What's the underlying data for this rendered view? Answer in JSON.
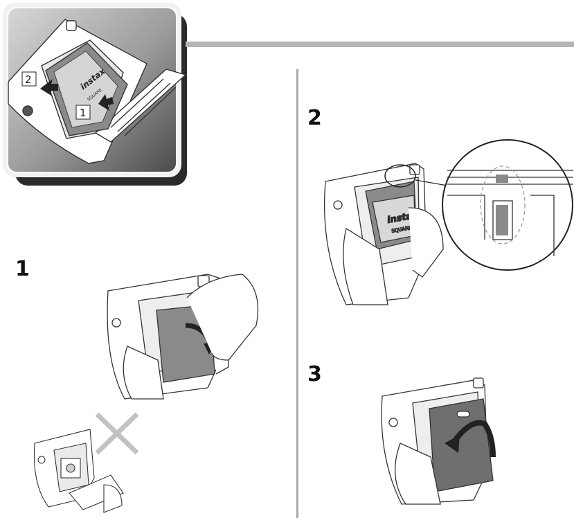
{
  "overview": {
    "label_a": "2",
    "label_b": "1",
    "pack_brand": "instax",
    "pack_sub": "SQUARE"
  },
  "steps": [
    {
      "number": "1"
    },
    {
      "number": "2",
      "pack_brand": "instax",
      "pack_sub": "SQUARE"
    },
    {
      "number": "3"
    }
  ],
  "colors": {
    "band": "#b5b5b5",
    "divider": "#a8a8a8",
    "cross": "#c2c2c2",
    "pack": "#8a8a8a",
    "lid": "#6f6f6f"
  }
}
